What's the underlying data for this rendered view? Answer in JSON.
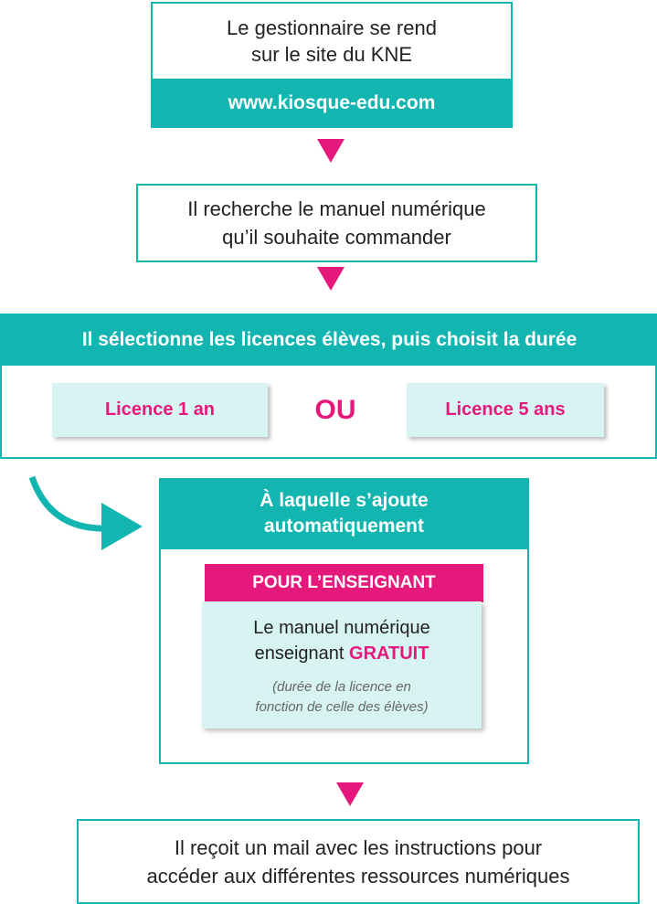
{
  "step1": {
    "text_line1": "Le gestionnaire se rend",
    "text_line2": "sur le site du KNE",
    "url": "www.kiosque-edu.com"
  },
  "step2": {
    "text_line1": "Il recherche le manuel numérique",
    "text_line2": "qu’il souhaite commander"
  },
  "step3": {
    "header": "Il sélectionne les licences élèves, puis choisit la durée",
    "option1": "Licence 1 an",
    "separator": "OU",
    "option2": "Licence 5 ans"
  },
  "step4": {
    "header_line1": "À laquelle s’ajoute",
    "header_line2": "automatiquement",
    "tag": "POUR L’ENSEIGNANT",
    "text_line1": "Le manuel numérique",
    "text_line2_prefix": "enseignant",
    "text_line2_highlight": "GRATUIT",
    "note_line1": "(durée de la licence en",
    "note_line2": "fonction de celle des élèves)"
  },
  "step5": {
    "text_line1": "Il reçoit un mail avec les instructions pour",
    "text_line2": "accéder aux différentes ressources numériques"
  },
  "colors": {
    "teal": "#12b5b0",
    "pink": "#e5197b",
    "light_teal": "#d7f4f3"
  },
  "icons": {
    "flow_arrow": "down-triangle-arrow",
    "curved_arrow": "curved-arrow-right"
  }
}
